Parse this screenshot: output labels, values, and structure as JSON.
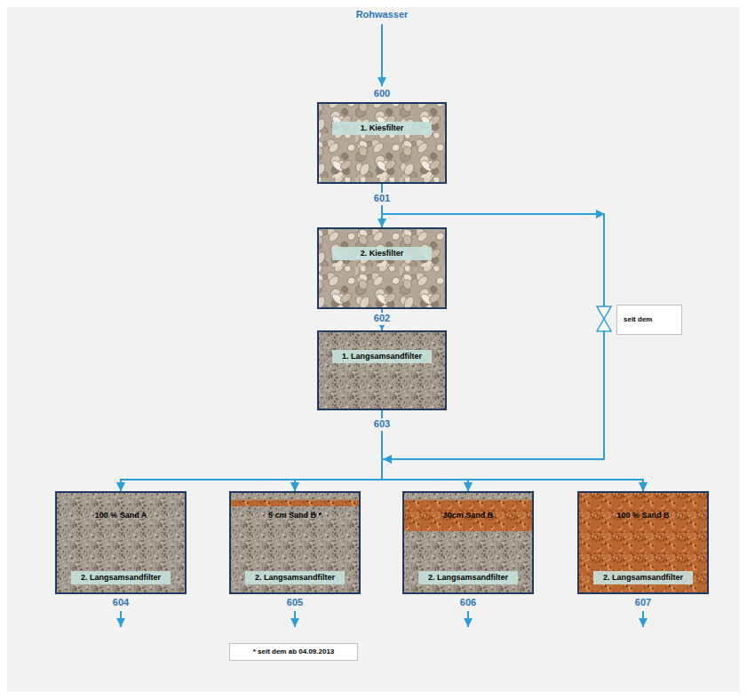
{
  "diagram": {
    "nodes": [
      {
        "text": [
          "1. Kiesfilter"
        ]
      },
      {
        "text": [
          "2. Kiesfilter"
        ]
      },
      {
        "text": [
          "seit dem"
        ]
      },
      {
        "text": [
          "1. Langsamsandfilter"
        ]
      },
      {
        "text": [
          "100 % Sand A",
          "2. Langsamsandfilter"
        ]
      },
      {
        "text": [
          "5 cm Sand B *",
          "2. Langsamsandfilter"
        ]
      },
      {
        "text": [
          "30cm Sand B",
          "2. Langsamsandfilter"
        ]
      },
      {
        "text": [
          "100 % Sand B",
          "2. Langsamsandfilter"
        ]
      },
      {
        "text": [
          "* seit dem ab 04.09.2013"
        ]
      }
    ],
    "edges": [
      {
        "from": 0,
        "to": 1,
        "arrow": "to"
      },
      {
        "from": 1,
        "to": 3,
        "arrow": "to"
      },
      {
        "from": 3,
        "to": 4,
        "arrow": "to"
      },
      {
        "from": 3,
        "to": 5,
        "arrow": "to"
      },
      {
        "from": 3,
        "to": 6,
        "arrow": "to"
      },
      {
        "from": 3,
        "to": 7,
        "arrow": "to"
      },
      {
        "from": 0,
        "to": 4,
        "arrow": "to"
      },
      {
        "from": 0,
        "to": 5,
        "arrow": "to"
      },
      {
        "from": 0,
        "to": 6,
        "arrow": "to"
      },
      {
        "from": 0,
        "to": 7,
        "arrow": "to"
      }
    ],
    "labels": [
      "Rohwasser",
      "600",
      "601",
      "602",
      "603",
      "604",
      "605",
      "606",
      "607"
    ]
  }
}
